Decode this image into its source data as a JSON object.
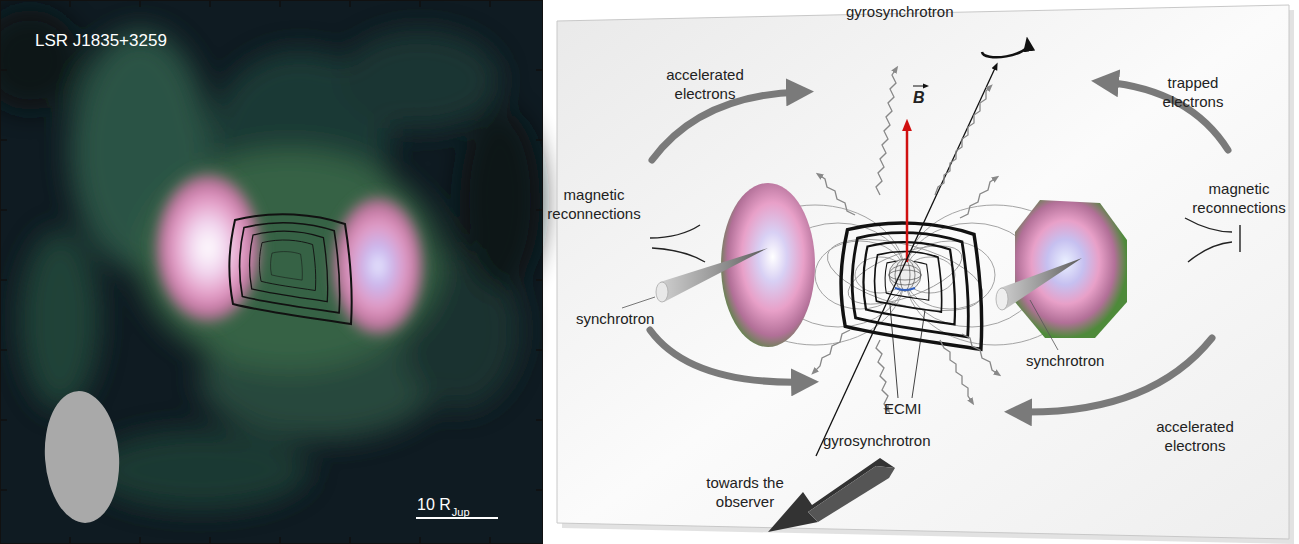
{
  "diagram": {
    "labels": [
      "LSR J1835+3259",
      "10 R",
      "Jup",
      "gyrosynchrotron",
      "accelerated electrons",
      "B",
      "trapped electrons",
      "magnetic reconnections",
      "magnetic reconnections",
      "synchrotron",
      "synchrotron",
      "ECMI",
      "gyrosynchrotron",
      "accelerated electrons",
      "towards the observer"
    ]
  }
}
